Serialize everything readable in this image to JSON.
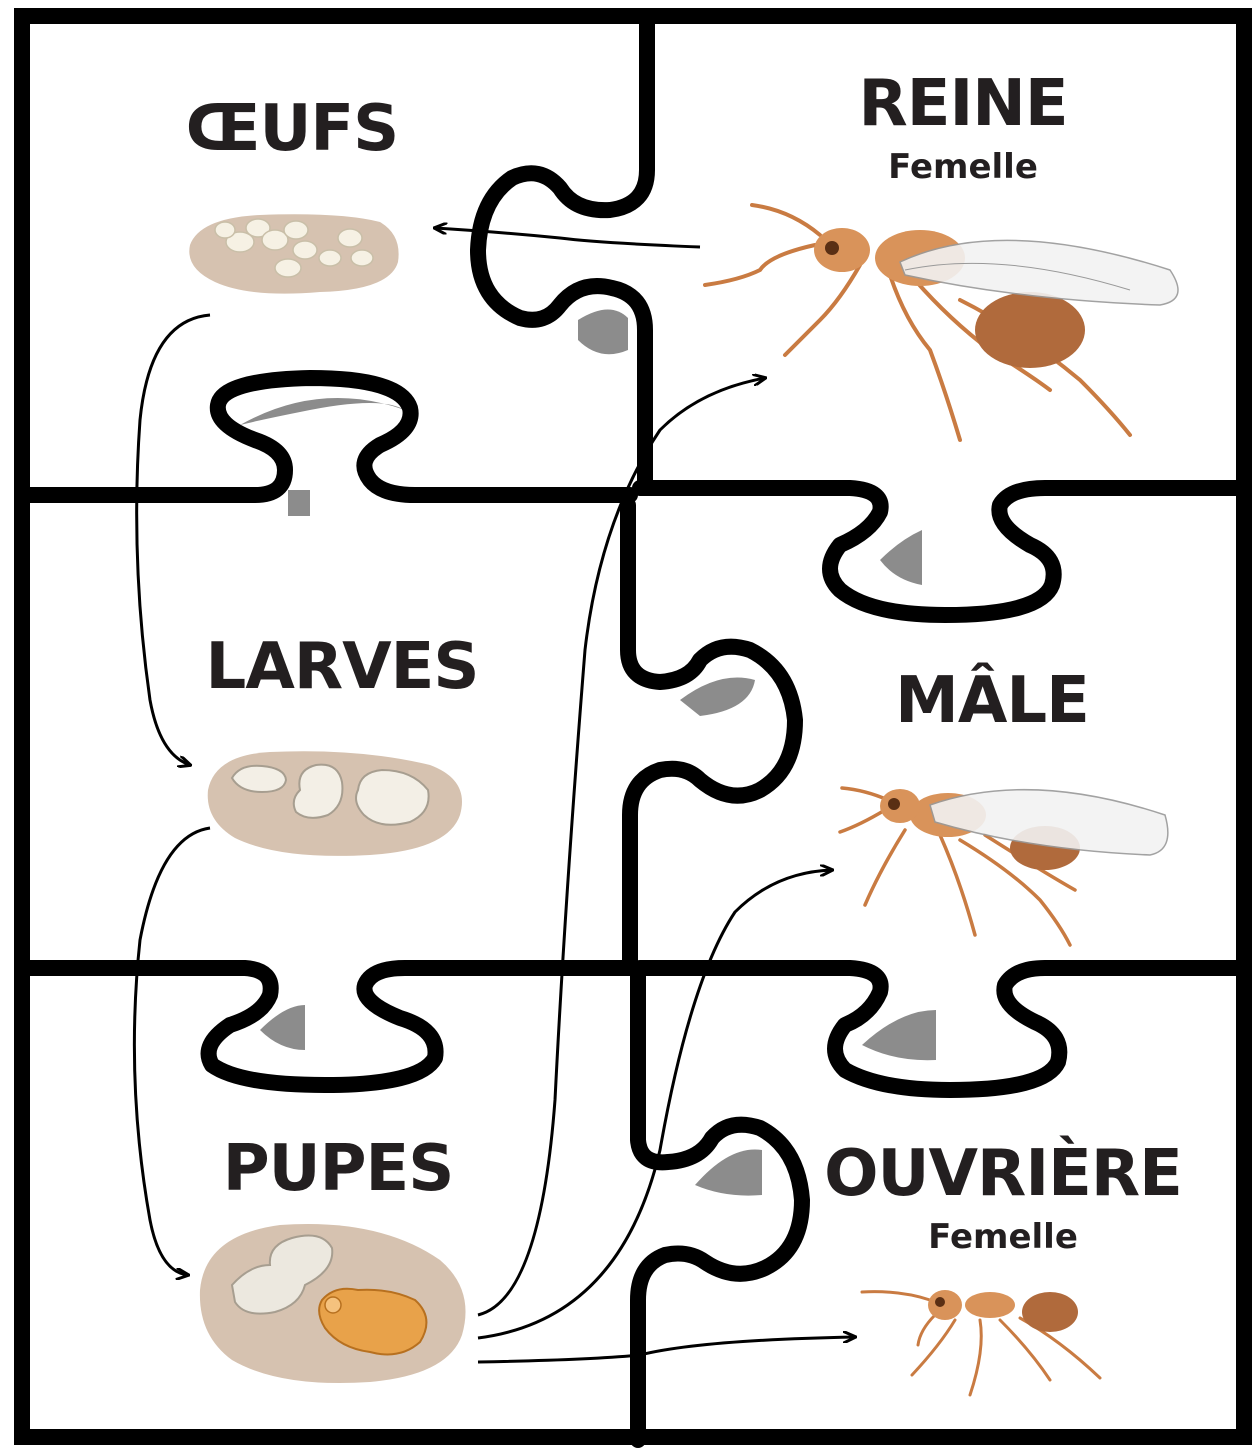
{
  "stages": {
    "eggs": "ŒUFS",
    "larvae": "LARVES",
    "pupae": "PUPES"
  },
  "castes": {
    "queen": {
      "title": "REINE",
      "subtitle": "Femelle"
    },
    "male": {
      "title": "MÂLE"
    },
    "worker": {
      "title": "OUVRIÈRE",
      "subtitle": "Femelle"
    }
  },
  "colors": {
    "outline": "#000000",
    "shadow": "#8c8c8c",
    "text": "#231f20",
    "nest": "#d6c2b0",
    "ant_body": "#d9935a",
    "ant_abdomen": "#b06a3c"
  }
}
